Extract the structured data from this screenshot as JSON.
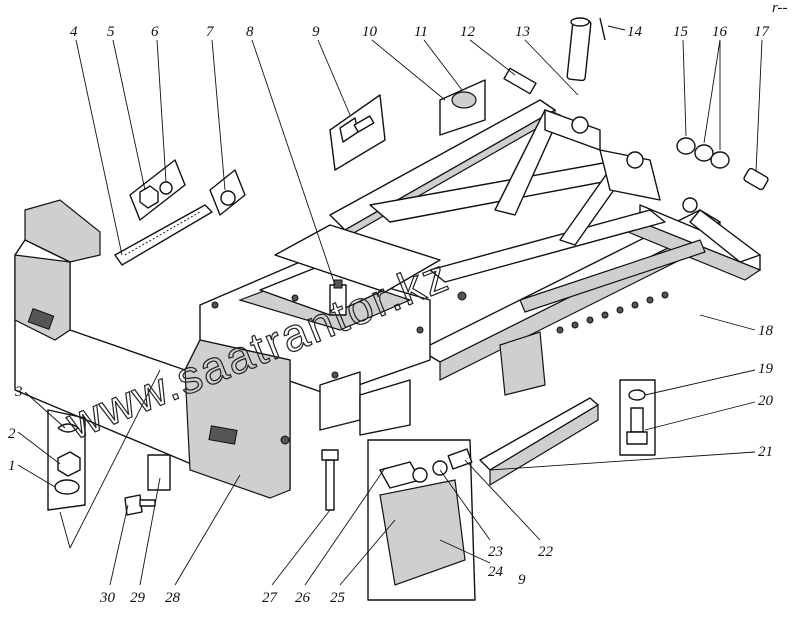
{
  "drawing": {
    "mark_top_right": "r--",
    "watermark": "www.saatrantor.kz",
    "callouts": [
      {
        "id": "c4",
        "text": "4"
      },
      {
        "id": "c5",
        "text": "5"
      },
      {
        "id": "c6",
        "text": "6"
      },
      {
        "id": "c7",
        "text": "7"
      },
      {
        "id": "c8",
        "text": "8"
      },
      {
        "id": "c9",
        "text": "9"
      },
      {
        "id": "c10",
        "text": "10"
      },
      {
        "id": "c11",
        "text": "11"
      },
      {
        "id": "c12",
        "text": "12"
      },
      {
        "id": "c13",
        "text": "13"
      },
      {
        "id": "c14",
        "text": "14"
      },
      {
        "id": "c15",
        "text": "15"
      },
      {
        "id": "c16",
        "text": "16"
      },
      {
        "id": "c17",
        "text": "17"
      },
      {
        "id": "c18",
        "text": "18"
      },
      {
        "id": "c19",
        "text": "19"
      },
      {
        "id": "c20",
        "text": "20"
      },
      {
        "id": "c21",
        "text": "21"
      },
      {
        "id": "c22",
        "text": "22"
      },
      {
        "id": "c23",
        "text": "23"
      },
      {
        "id": "c24",
        "text": "24"
      },
      {
        "id": "c9b",
        "text": "9"
      },
      {
        "id": "c25",
        "text": "25"
      },
      {
        "id": "c26",
        "text": "26"
      },
      {
        "id": "c27",
        "text": "27"
      },
      {
        "id": "c28",
        "text": "28"
      },
      {
        "id": "c29",
        "text": "29"
      },
      {
        "id": "c30",
        "text": "30"
      },
      {
        "id": "c1",
        "text": "1"
      },
      {
        "id": "c2",
        "text": "2"
      },
      {
        "id": "c3",
        "text": "3"
      }
    ]
  }
}
